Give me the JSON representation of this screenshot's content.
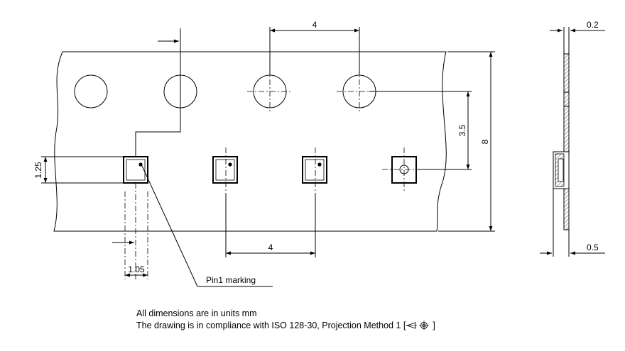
{
  "dimensions": {
    "sprocket_pitch": "4",
    "pocket_pitch": "4",
    "tape_width": "8",
    "hole_to_pocket": "3.5",
    "pocket_width": "1.25",
    "pocket_offset": "1.05",
    "tape_thickness": "0.2",
    "pocket_depth": "0.5"
  },
  "callout": {
    "pin1": "Pin1 marking"
  },
  "notes": {
    "units": "All dimensions are in units mm",
    "compliance": "The drawing is in compliance with ISO 128-30, Projection Method 1 [",
    "compliance_end": "]"
  }
}
